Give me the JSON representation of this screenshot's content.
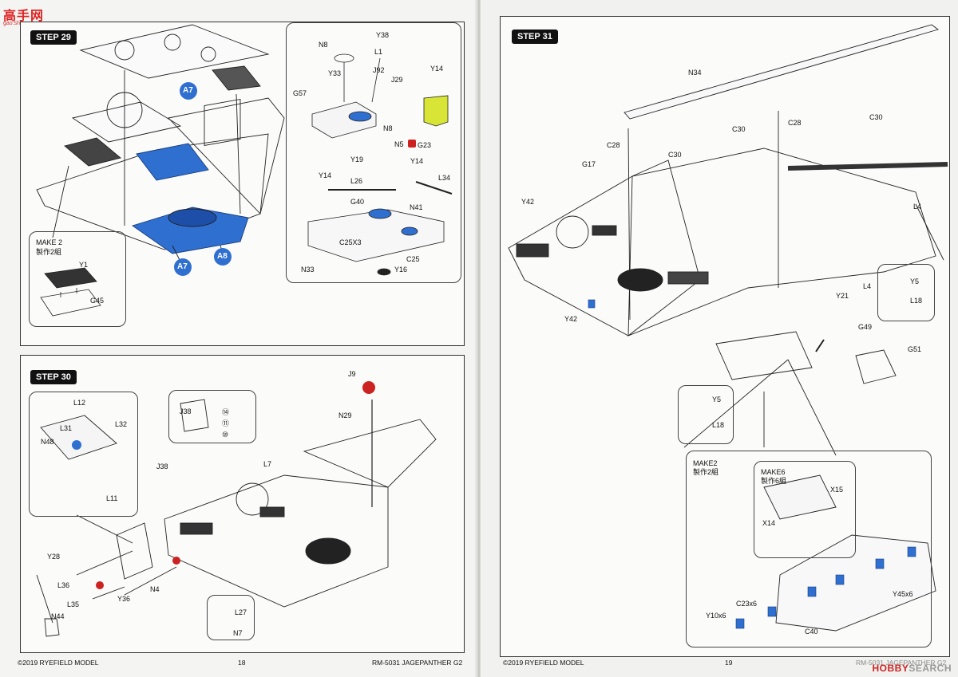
{
  "watermark_top": {
    "brand": "高手网",
    "url": "gao.shou.com"
  },
  "left_page": {
    "step29": {
      "title": "STEP 29",
      "make_note": {
        "line1": "MAKE 2",
        "line2": "製作2組"
      },
      "labels": {
        "A7_top": "A7",
        "A7_bottom": "A7",
        "A8": "A8",
        "Y1": "Y1",
        "G45": "G45",
        "N8_top": "N8",
        "Y38": "Y38",
        "L1": "L1",
        "Y33": "Y33",
        "J92": "J92",
        "J29": "J29",
        "G57": "G57",
        "Y14_part": "Y14",
        "N8_blue": "N8",
        "N5": "N5",
        "G23": "G23",
        "Y19": "Y19",
        "Y14_a": "Y14",
        "Y14_b": "Y14",
        "L34": "L34",
        "L26": "L26",
        "G40": "G40",
        "N41": "N41",
        "C25X3": "C25X3",
        "C25": "C25",
        "N33": "N33",
        "Y16": "Y16"
      }
    },
    "step30": {
      "title": "STEP 30",
      "labels": {
        "L12": "L12",
        "L32": "L32",
        "L31": "L31",
        "N48": "N48",
        "L11": "L11",
        "J38_top": "J38",
        "J38_mid": "J38",
        "J9": "J9",
        "N29": "N29",
        "L7": "L7",
        "Y28": "Y28",
        "L36": "L36",
        "L35": "L35",
        "Y36": "Y36",
        "N4": "N4",
        "N44": "N44",
        "L27": "L27",
        "N7": "N7"
      },
      "circles": {
        "c14": "⑭",
        "c11": "⑪",
        "c10": "⑩"
      }
    },
    "footer": {
      "copyright": "©2019 RYEFIELD MODEL",
      "page_number": "18",
      "product": "RM-5031 JAGEPANTHER G2"
    }
  },
  "right_page": {
    "step31": {
      "title": "STEP 31",
      "labels": {
        "N34": "N34",
        "C30_a": "C30",
        "C30_b": "C30",
        "C30_c": "C30",
        "C28_a": "C28",
        "C28_b": "C28",
        "G17": "G17",
        "Y42_a": "Y42",
        "Y42_b": "Y42",
        "L4_a": "L4",
        "L4_b": "L4",
        "Y5_a": "Y5",
        "L18_a": "L18",
        "Y21": "Y21",
        "G49": "G49",
        "G51": "G51",
        "Y5_b": "Y5",
        "L18_b": "L18",
        "X15": "X15",
        "X14": "X14",
        "Y45x6": "Y45x6",
        "C23x6": "C23x6",
        "Y10x6": "Y10x6",
        "C40": "C40"
      },
      "make2": {
        "line1": "MAKE2",
        "line2": "製作2組"
      },
      "make6": {
        "line1": "MAKE6",
        "line2": "製作6組"
      }
    },
    "footer": {
      "copyright": "©2019 RYEFIELD MODEL",
      "page_number": "19",
      "product": "RM-5031 JAGEPANTHER G2"
    },
    "watermark": {
      "brand": "HOBBY",
      "rest": "SEARCH"
    }
  },
  "colors": {
    "highlight_blue": "#2f6fd0",
    "accent_red": "#cc2222",
    "yellow_part": "#d8e436"
  }
}
